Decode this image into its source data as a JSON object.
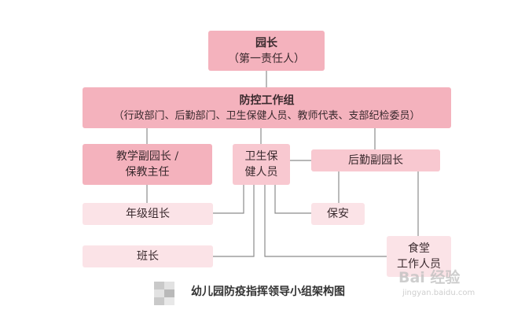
{
  "nodes": {
    "principal": {
      "title": "园长",
      "subtitle": "（第一责任人）"
    },
    "group": {
      "title": "防控工作组",
      "subtitle": "（行政部门、后勤部门、卫生保健人员、教师代表、支部纪检委员）"
    },
    "teaching_vp": {
      "line1": "教学副园长 /",
      "line2": "保教主任"
    },
    "health_staff": {
      "line1": "卫生保",
      "line2": "健人员"
    },
    "logistics_vp": {
      "label": "后勤副园长"
    },
    "grade_leader": {
      "label": "年级组长"
    },
    "security": {
      "label": "保安"
    },
    "class_leader": {
      "label": "班长"
    },
    "canteen": {
      "line1": "食堂",
      "line2": "工作人员"
    }
  },
  "caption": "幼儿园防疫指挥领导小组架构图",
  "watermark": {
    "brand": "Bai 经验",
    "url": "jingyan.baidu.com"
  },
  "colors": {
    "dark": "#f4b2bd",
    "mid": "#f8c8d0",
    "light": "#fbe3e7",
    "line": "#8c8c8c"
  }
}
